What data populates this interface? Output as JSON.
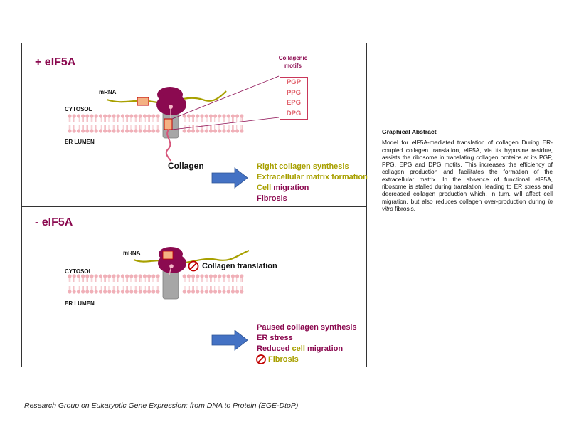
{
  "top_panel": {
    "title": "+ eIF5A",
    "motifs_title_line1": "Collagenic",
    "motifs_title_line2": "motifs",
    "motifs": [
      "PGP",
      "PPG",
      "EPG",
      "DPG"
    ],
    "mrna_label": "mRNA",
    "cytosol_label": "CYTOSOL",
    "er_lumen_label": "ER LUMEN",
    "collagen_label": "Collagen",
    "outcomes": [
      "Right collagen synthesis",
      "Extracellular matrix formation"
    ],
    "outcome_cell_word": "Cell",
    "outcome_migration_word": "migration",
    "outcome_fibrosis": "Fibrosis"
  },
  "bottom_panel": {
    "title": "- eIF5A",
    "mrna_label": "mRNA",
    "cytosol_label": "CYTOSOL",
    "er_lumen_label": "ER LUMEN",
    "blocked_label": "Collagen translation",
    "outcome_paused": "Paused collagen synthesis",
    "outcome_er_stress": "ER stress",
    "outcome_reduced_word": "Reduced",
    "outcome_cell_word": "cell",
    "outcome_migration_word": "migration",
    "outcome_fibrosis": "Fibrosis"
  },
  "abstract": {
    "title": "Graphical Abstract",
    "text_before_italic": "Model for eIF5A-mediated translation of collagen During ER-coupled collagen translation, eIF5A, via its hypusine residue, assists the ribosome in translating collagen proteins at its PGP, PPG, EPG and DPG motifs. This increases the efficiency of collagen production and facilitates the formation of the extracellular matrix. In the absence of functional eIF5A, ribosome is stalled during translation, leading to ER stress and decreased collagen production which, in turn, will affect cell migration, but also reduces collagen over-production during",
    "italic_text": "in vitro",
    "text_after_italic": "fibrosis."
  },
  "footer": "Research Group on Eukaryotic Gene Expression: from DNA to Protein (EGE-DtoP)",
  "colors": {
    "ribosome": "#8b0a50",
    "mrna": "#a8a000",
    "membrane": "#f0b0b8",
    "arrow": "#4472c4",
    "motif_box": "#f4b183",
    "channel": "#a6a6a6",
    "no_symbol": "#c00000"
  }
}
